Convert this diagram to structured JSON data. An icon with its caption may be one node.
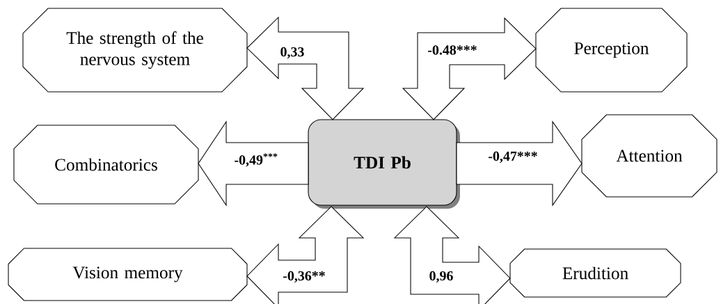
{
  "diagram": {
    "nodes": [
      {
        "text": [
          "TDI Pb"
        ]
      },
      {
        "text": [
          "The strength of the nervous system"
        ]
      },
      {
        "text": [
          "Perception"
        ]
      },
      {
        "text": [
          "Combinatorics"
        ]
      },
      {
        "text": [
          "Attention"
        ]
      },
      {
        "text": [
          "Vision memory"
        ]
      },
      {
        "text": [
          "Erudition"
        ]
      }
    ],
    "edges": [
      {
        "from": 0,
        "to": 1,
        "arrow": "both",
        "label": "0,33"
      },
      {
        "from": 0,
        "to": 2,
        "arrow": "both",
        "label": "-0.48***"
      },
      {
        "from": 0,
        "to": 3,
        "arrow": "to",
        "label": "-0,49$^{***}$"
      },
      {
        "from": 0,
        "to": 4,
        "arrow": "to",
        "label": "-0,47***"
      },
      {
        "from": 0,
        "to": 5,
        "arrow": "both",
        "label": "-0,36**"
      },
      {
        "from": 0,
        "to": 6,
        "arrow": "both",
        "label": "0,96"
      }
    ]
  }
}
